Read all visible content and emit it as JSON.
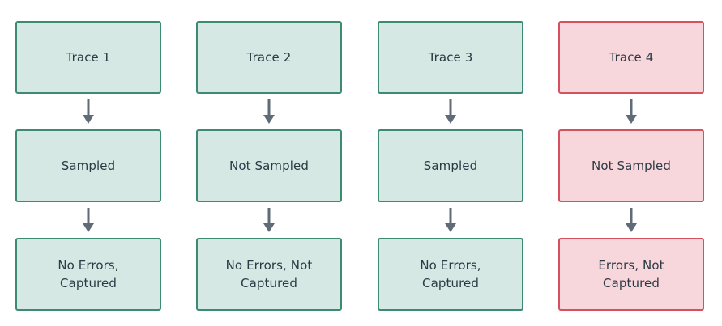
{
  "columns": [
    {
      "status": "ok",
      "boxes": [
        "Trace 1",
        "Sampled",
        "No Errors, Captured"
      ]
    },
    {
      "status": "ok",
      "boxes": [
        "Trace 2",
        "Not Sampled",
        "No Errors, Not Captured"
      ]
    },
    {
      "status": "ok",
      "boxes": [
        "Trace 3",
        "Sampled",
        "No Errors, Captured"
      ]
    },
    {
      "status": "error",
      "boxes": [
        "Trace 4",
        "Not Sampled",
        "Errors, Not Captured"
      ]
    }
  ],
  "colors": {
    "ok_fill": "#d5e8e4",
    "ok_border": "#3d8a73",
    "error_fill": "#f8d7dc",
    "error_border": "#d7505f",
    "arrow": "#5f6b76",
    "text": "#2b3a44"
  }
}
